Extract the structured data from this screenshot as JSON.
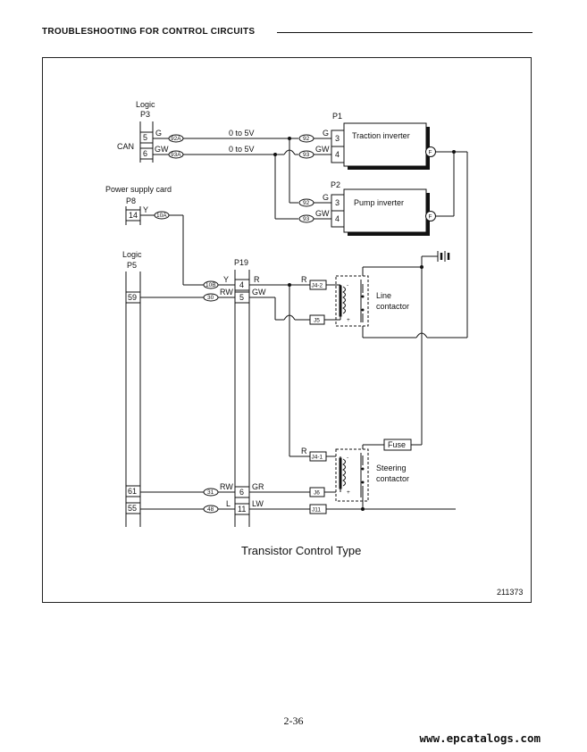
{
  "header": {
    "title": "TROUBLESHOOTING FOR CONTROL CIRCUITS"
  },
  "connectors": {
    "logic_p3": {
      "label1": "Logic",
      "label2": "P3",
      "pins": [
        "5",
        "6"
      ]
    },
    "can_label": "CAN",
    "p1": {
      "label": "P1",
      "pins": [
        "3",
        "4"
      ],
      "name": "Traction inverter"
    },
    "p2": {
      "label": "P2",
      "pins": [
        "3",
        "4"
      ],
      "name": "Pump inverter"
    },
    "p8": {
      "label1": "Power supply card",
      "label2": "P8",
      "pin": "14"
    },
    "logic_p5": {
      "label1": "Logic",
      "label2": "P5",
      "pins": [
        "59",
        "61",
        "55"
      ]
    },
    "p19": {
      "label": "P19",
      "pins": [
        "4",
        "5",
        "6",
        "11"
      ]
    }
  },
  "wires": {
    "w92a": "92A",
    "w93a": "93A",
    "w92_p1": "92",
    "w93_p1": "93",
    "w92_p2": "92",
    "w93_p2": "93",
    "w10a": "10A",
    "w10b": "10B",
    "w30": "30",
    "w31": "31",
    "w48": "48",
    "range1": "0 to 5V",
    "range2": "0 to 5V"
  },
  "colors": {
    "g1": "G",
    "gw1": "GW",
    "g2": "G",
    "gw2": "GW",
    "g3": "G",
    "gw3": "GW",
    "y1": "Y",
    "y2": "Y",
    "rw1": "RW",
    "r1": "R",
    "gw4": "GW",
    "rw2": "RW",
    "gr": "GR",
    "l": "L",
    "lw": "LW",
    "r2": "R",
    "r3": "R"
  },
  "terminals": {
    "j4_2": "J4-2",
    "j5": "J5",
    "j4_1": "J4-1",
    "j6": "J6",
    "j11": "J11"
  },
  "contactors": {
    "line1": "Line",
    "line2": "contactor",
    "steer1": "Steering",
    "steer2": "contactor",
    "minus": "-",
    "plus": "+"
  },
  "fuse": "Fuse",
  "inverter_terminal": "F",
  "caption": "Transistor Control Type",
  "figure_number": "211373",
  "page_number": "2-36",
  "watermark": "www.epcatalogs.com"
}
